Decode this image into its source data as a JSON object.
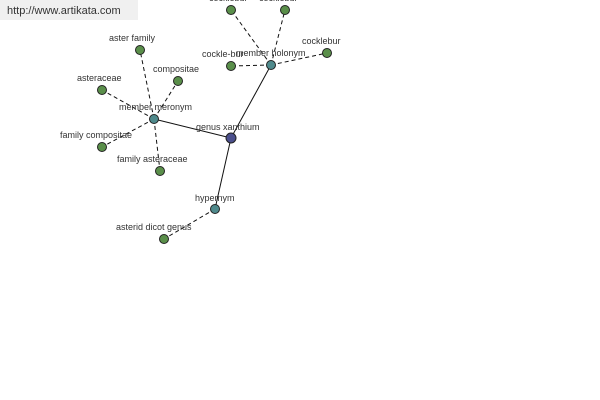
{
  "header": {
    "url": "http://www.artikata.com"
  },
  "colors": {
    "center": "#4b4f8c",
    "relation": "#4f8a8c",
    "leaf": "#5a8f4a",
    "edge": "#111111"
  },
  "graph": {
    "center": {
      "id": "genus-xanthium",
      "label": "genus xanthium"
    },
    "relations": [
      {
        "id": "member-holonym",
        "label": "member holonym"
      },
      {
        "id": "member-meronym",
        "label": "member meronym"
      },
      {
        "id": "hypernym",
        "label": "hypernym"
      }
    ],
    "leaves": [
      {
        "id": "cocklebur-1",
        "label": "cocklebur",
        "relation": "member-holonym"
      },
      {
        "id": "cocklebur-2",
        "label": "cocklebur",
        "relation": "member-holonym"
      },
      {
        "id": "cockle-bur",
        "label": "cockle-bur",
        "relation": "member-holonym"
      },
      {
        "id": "cocklebur-3",
        "label": "cocklebur",
        "relation": "member-holonym"
      },
      {
        "id": "aster-family",
        "label": "aster family",
        "relation": "member-meronym"
      },
      {
        "id": "compositae",
        "label": "compositae",
        "relation": "member-meronym"
      },
      {
        "id": "asteraceae",
        "label": "asteraceae",
        "relation": "member-meronym"
      },
      {
        "id": "family-compositae",
        "label": "family compositae",
        "relation": "member-meronym"
      },
      {
        "id": "family-asteraceae",
        "label": "family asteraceae",
        "relation": "member-meronym"
      },
      {
        "id": "asterid-dicot-genus",
        "label": "asterid dicot genus",
        "relation": "hypernym"
      }
    ]
  }
}
